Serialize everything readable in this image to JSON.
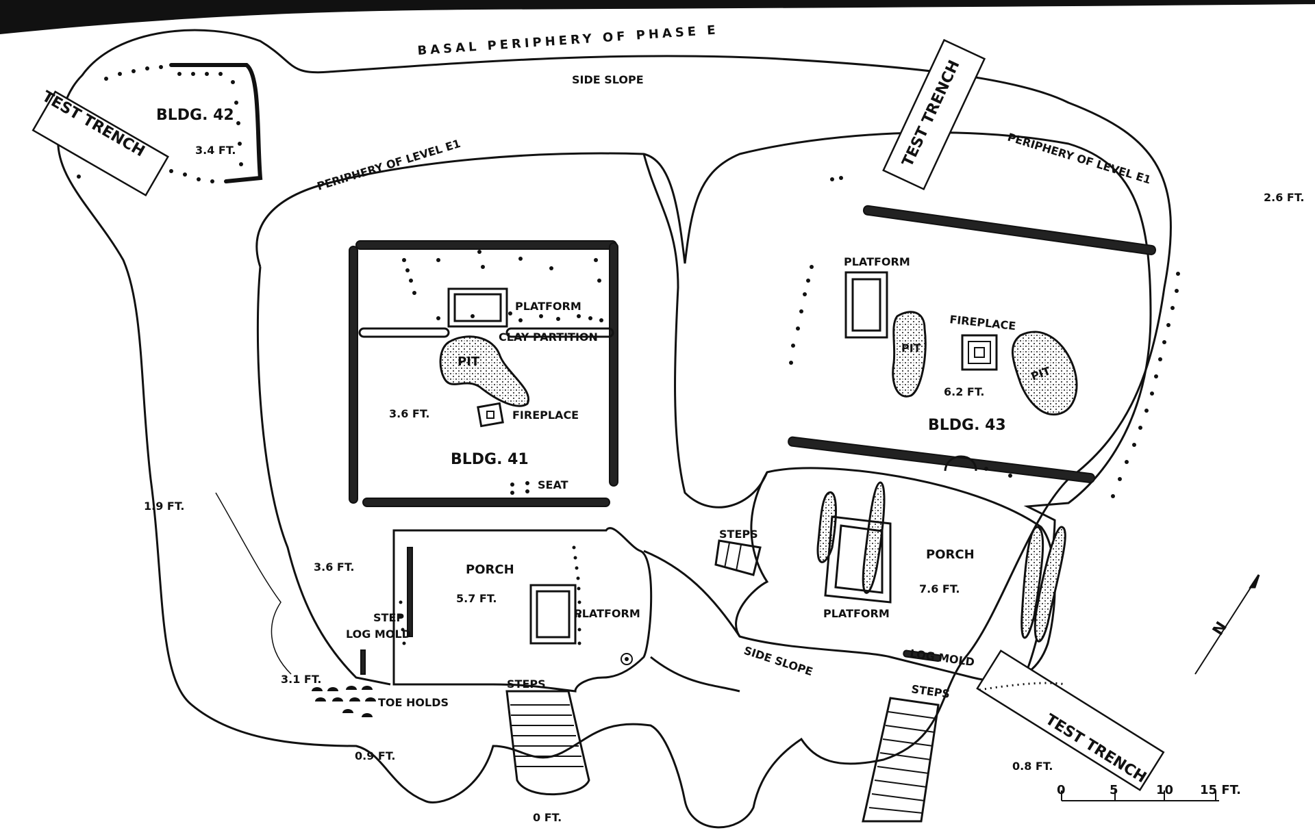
{
  "diagram": {
    "top_label": "BASAL PERIPHERY OF PHASE E",
    "side_slope_top": "SIDE SLOPE",
    "side_slope_bottom": "SIDE SLOPE",
    "periphery_left": "PERIPHERY OF LEVEL E1",
    "periphery_right": "PERIPHERY OF LEVEL E1",
    "test_trench_left": "TEST TRENCH",
    "test_trench_top": "TEST TRENCH",
    "test_trench_bottom": "TEST TRENCH",
    "bldg42": {
      "name": "BLDG. 42",
      "elev": "3.4 FT."
    },
    "bldg41": {
      "name": "BLDG. 41",
      "platform": "PLATFORM",
      "clay_partition": "CLAY PARTITION",
      "pit": "PIT",
      "fireplace": "FIREPLACE",
      "elev": "3.6 FT.",
      "seat": "SEAT"
    },
    "bldg43": {
      "name": "BLDG. 43",
      "platform": "PLATFORM",
      "fireplace": "FIREPLACE",
      "pit1": "PIT",
      "pit2": "PIT",
      "elev": "6.2 FT."
    },
    "porch_left": {
      "label": "PORCH",
      "elev": "5.7 FT.",
      "platform": "PLATFORM",
      "step": "STEP",
      "log_mold": "LOG MOLD"
    },
    "porch_right": {
      "label": "PORCH",
      "elev": "7.6 FT.",
      "platform": "PLATFORM",
      "log_mold": "LOG MOLD"
    },
    "steps_mid": "STEPS",
    "steps_left": "STEPS",
    "steps_right": "STEPS",
    "toe_holds": "TOE HOLDS",
    "elevations": {
      "e_2_6": "2.6 FT.",
      "e_1_9": "1.9 FT.",
      "e_3_6": "3.6 FT.",
      "e_3_1": "3.1 FT.",
      "e_0_9": "0.9 FT.",
      "e_0": "0 FT.",
      "e_0_8": "0.8 FT."
    },
    "north": "N",
    "scale": {
      "t0": "0",
      "t5": "5",
      "t10": "10",
      "t15": "15 FT."
    }
  }
}
